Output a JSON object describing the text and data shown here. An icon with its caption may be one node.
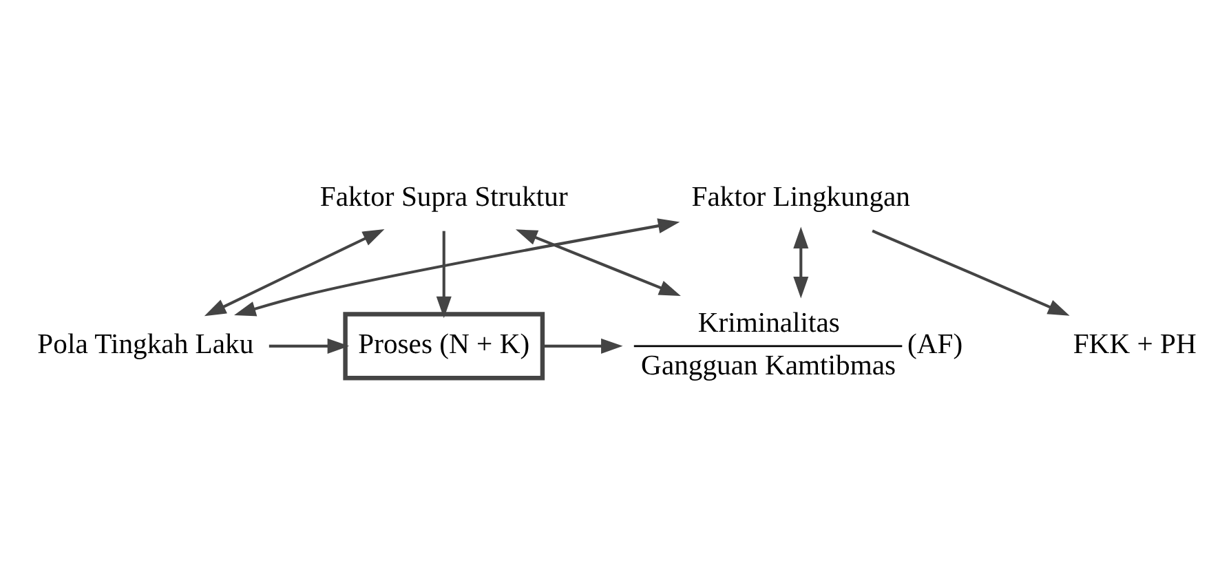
{
  "diagram": {
    "nodes": [
      {
        "text": [
          "Faktor Supra Struktur"
        ]
      },
      {
        "text": [
          "Pola Tingkah Laku"
        ]
      },
      {
        "text": [
          "Proses (N + K)"
        ]
      },
      {
        "text": [
          "Kriminalitas",
          "Gangguan Kamtibmas"
        ],
        "beside": [
          "(AF)"
        ]
      },
      {
        "text": [
          "FKK + PH"
        ]
      },
      {
        "text": [
          "Faktor Lingkungan"
        ]
      }
    ],
    "edges": [
      {
        "from": 0,
        "to": 1,
        "arrow": "both"
      },
      {
        "from": 0,
        "to": 3,
        "arrow": "both"
      },
      {
        "from": 0,
        "to": 2,
        "arrow": "to"
      },
      {
        "from": 1,
        "to": 2,
        "arrow": "to"
      },
      {
        "from": 2,
        "to": 3,
        "arrow": "to"
      },
      {
        "from": 5,
        "to": 4,
        "arrow": "to"
      },
      {
        "from": 5,
        "to": 1,
        "arrow": "both"
      },
      {
        "from": 5,
        "to": 3,
        "arrow": "both"
      }
    ]
  }
}
